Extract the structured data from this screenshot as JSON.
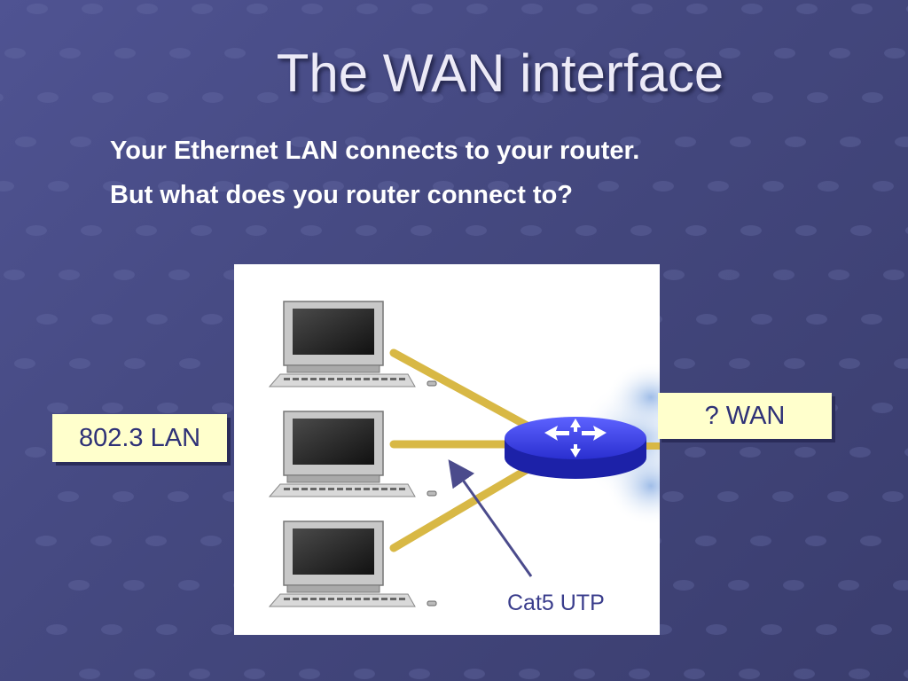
{
  "slide": {
    "title": "The WAN interface",
    "bullets": [
      "Your Ethernet LAN connects to your router.",
      "But what does you router connect to?"
    ]
  },
  "diagram": {
    "lan_label": "802.3 LAN",
    "wan_label": "? WAN",
    "cable_label": "Cat5 UTP",
    "computer_count": 3
  },
  "colors": {
    "background": "#4a4e8a",
    "callout_fill": "#ffffcc",
    "callout_text": "#2e3177",
    "cable": "#d8b845",
    "router": "#2a2fd0",
    "arrow": "#4b4b8c"
  }
}
